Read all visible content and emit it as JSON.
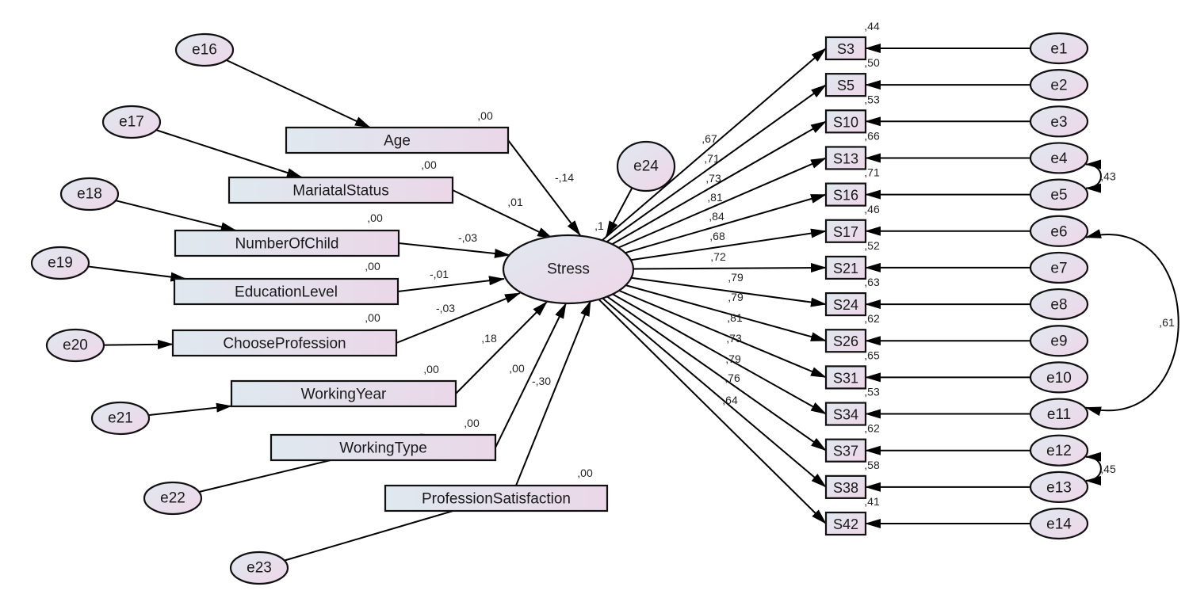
{
  "diagram": {
    "type": "structural-equation-model",
    "latent": {
      "name": "Stress",
      "r2": ",1",
      "error": "e24"
    },
    "predictors": [
      {
        "name": "Age",
        "error": "e16",
        "r2": ",00",
        "path": "-,14"
      },
      {
        "name": "MariatalStatus",
        "error": "e17",
        "r2": ",00",
        "path": ",01"
      },
      {
        "name": "NumberOfChild",
        "error": "e18",
        "r2": ",00",
        "path": "-,03"
      },
      {
        "name": "EducationLevel",
        "error": "e19",
        "r2": ",00",
        "path": "-,01"
      },
      {
        "name": "ChooseProfession",
        "error": "e20",
        "r2": ",00",
        "path": "-,03"
      },
      {
        "name": "WorkingYear",
        "error": "e21",
        "r2": ",00",
        "path": ",18"
      },
      {
        "name": "WorkingType",
        "error": "e22",
        "r2": ",00",
        "path": ",00"
      },
      {
        "name": "ProfessionSatisfaction",
        "error": "e23",
        "r2": ",00",
        "path": "-,30"
      }
    ],
    "indicators": [
      {
        "name": "S3",
        "error": "e1",
        "r2": ",44",
        "loading": ",67"
      },
      {
        "name": "S5",
        "error": "e2",
        "r2": ",50",
        "loading": ",71"
      },
      {
        "name": "S10",
        "error": "e3",
        "r2": ",53",
        "loading": ",73"
      },
      {
        "name": "S13",
        "error": "e4",
        "r2": ",66",
        "loading": ",81"
      },
      {
        "name": "S16",
        "error": "e5",
        "r2": ",71",
        "loading": ",84"
      },
      {
        "name": "S17",
        "error": "e6",
        "r2": ",46",
        "loading": ",68"
      },
      {
        "name": "S21",
        "error": "e7",
        "r2": ",52",
        "loading": ",72"
      },
      {
        "name": "S24",
        "error": "e8",
        "r2": ",63",
        "loading": ",79"
      },
      {
        "name": "S26",
        "error": "e9",
        "r2": ",62",
        "loading": ",79"
      },
      {
        "name": "S31",
        "error": "e10",
        "r2": ",65",
        "loading": ",81"
      },
      {
        "name": "S34",
        "error": "e11",
        "r2": ",53",
        "loading": ",73"
      },
      {
        "name": "S37",
        "error": "e12",
        "r2": ",62",
        "loading": ",79"
      },
      {
        "name": "S38",
        "error": "e13",
        "r2": ",58",
        "loading": ",76"
      },
      {
        "name": "S42",
        "error": "e14",
        "r2": ",41",
        "loading": ",64"
      }
    ],
    "covariances": [
      {
        "from": "e4",
        "to": "e5",
        "value": ",43"
      },
      {
        "from": "e6",
        "to": "e11",
        "value": ",61"
      },
      {
        "from": "e12",
        "to": "e13",
        "value": ",45"
      }
    ],
    "colors": {
      "fill_left": "#dfe9ef",
      "fill_right": "#ead7e8",
      "stroke": "#111111"
    }
  }
}
